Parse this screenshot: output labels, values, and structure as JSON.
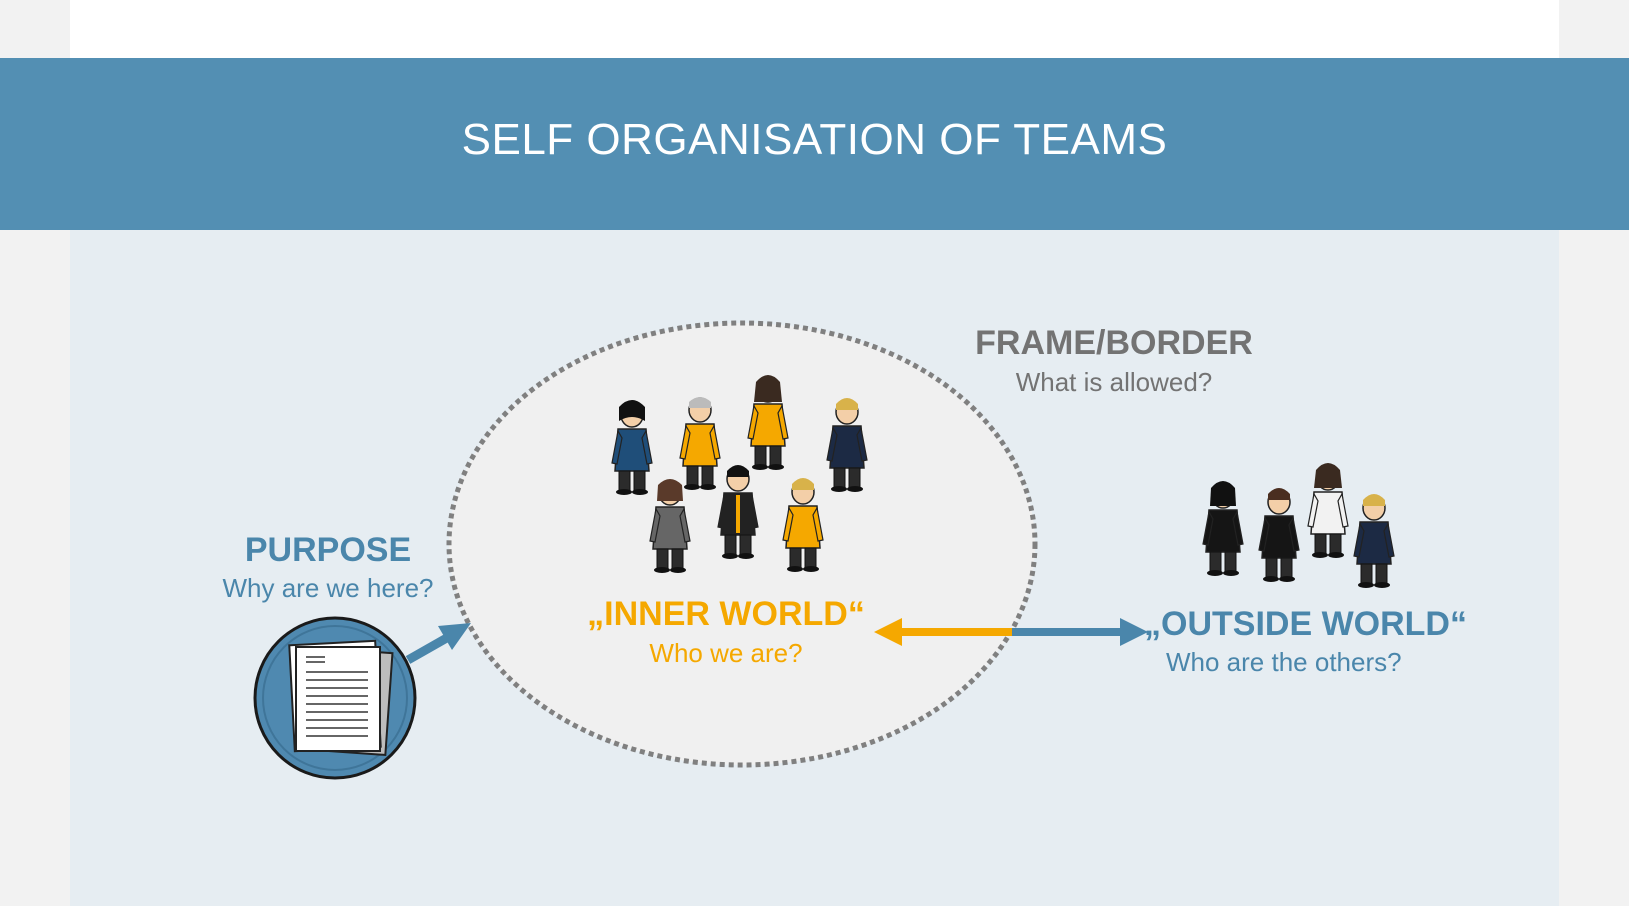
{
  "slide": {
    "title": "SELF ORGANISATION OF TEAMS"
  },
  "colors": {
    "banner": "#538fb3",
    "content_bg": "#e6edf2",
    "accent_blue": "#4a86ab",
    "accent_orange": "#f5a800",
    "gray_text": "#737373",
    "ellipse_border": "#808080"
  },
  "frame": {
    "title": "FRAME/BORDER",
    "subtitle": "What is allowed?"
  },
  "purpose": {
    "title": "PURPOSE",
    "subtitle": "Why are we here?",
    "icon": "document-stack-icon"
  },
  "inner_world": {
    "title": "„INNER WORLD“",
    "subtitle": "Who we are?",
    "people_icon": "team-people-icon"
  },
  "outside_world": {
    "title": "„OUTSIDE WORLD“",
    "subtitle": "Who are the others?",
    "people_icon": "outside-people-icon"
  }
}
